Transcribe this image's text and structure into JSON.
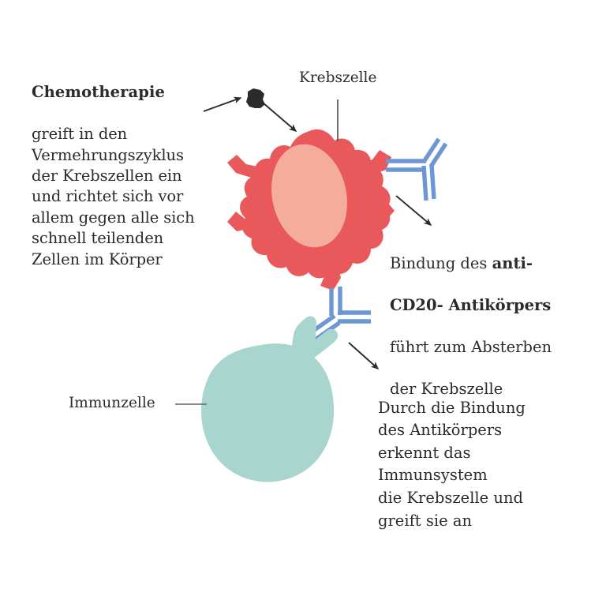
{
  "figure": {
    "title": "Wirkung von Chemotherapie und anti-CD20-Antikörper auf eine Krebszelle",
    "background_color": "#ffffff"
  },
  "palette": {
    "text": "#2b2b2b",
    "cancer_cell_body": "#e9595b",
    "cancer_cell_nucleus": "#f4ac9d",
    "immune_cell": "#a9d5cf",
    "antibody": "#6d97d4",
    "chemo_particle": "#2b2b2b",
    "leader_line": "#555555",
    "arrow": "#2b2b2b"
  },
  "texts": {
    "chemo": {
      "lead": "Chemotherapie",
      "body": "greift in den\nVermehrungszyklus\nder Krebszellen ein\nund richtet sich vor\nallem gegen alle sich\nschnell teilenden\nZellen im Körper"
    },
    "cd20": {
      "line1_plain": "Bindung des ",
      "line1_bold": "anti-",
      "line2_bold": "CD20- Antikörpers",
      "line3": "führt zum Absterben",
      "line4": "der Krebszelle",
      "full": "Bindung des anti-CD20- Antikörpers führt zum Absterben der Krebszelle"
    },
    "immune": {
      "body": "Durch die Bindung\ndes Antikörpers\nerkennt das\nImmunsystem\ndie Krebszelle und\ngreift sie an"
    }
  },
  "labels": {
    "cancer_cell": "Krebszelle",
    "immune_cell": "Immunzelle"
  },
  "elements": {
    "cancer_cell_name": "cancer-cell",
    "cancer_cell_nucleus_name": "cancer-cell-nucleus",
    "immune_cell_name": "immune-cell",
    "immune_receptor_name": "immune-cell-receptor",
    "antibody_upper_name": "antibody-upper",
    "antibody_lower_name": "antibody-lower",
    "chemo_particle_name": "chemotherapy-particle"
  }
}
